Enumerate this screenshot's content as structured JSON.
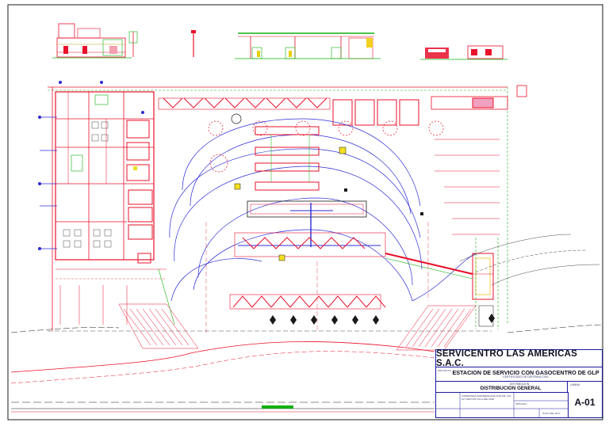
{
  "title_block": {
    "company": "SERVICENTRO LAS AMERICAS S.A.C.",
    "project": "ESTACION DE SERVICIO CON GASOCENTRO DE GLP",
    "project_sub": "CERTIFICADO DE DEFENSA CIVIL",
    "drawing_pre": "DISTRIBUCION",
    "drawing_title": "DISTRIBUCION GENERAL",
    "sheet_label": "LAMINA",
    "sheet_number": "A-01",
    "location": "CARRETERA PANAMERICANA SUR KM. 106-107 SECTOR VILLA DEL MAR",
    "scale": "INDICADA",
    "date": "JULIO DEL 2017"
  },
  "colors": {
    "walls": "#e8102a",
    "curves": "#2b2bd6",
    "green": "#10b010",
    "title_border": "#1a1aa0"
  }
}
